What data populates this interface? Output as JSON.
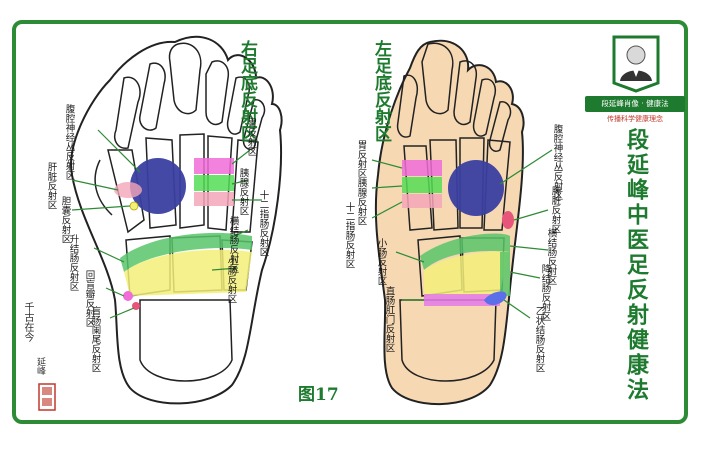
{
  "figure_label": "图17",
  "right_foot": {
    "title": "右足底反射区",
    "labels": {
      "celiac_plexus": "腹腔神经丛反射区",
      "liver": "肝脏反射区",
      "gallbladder": "胆囊反射区",
      "ascending_colon": "升结肠反射区",
      "ileocecal_valve": "回盲瓣反射区",
      "cecum_appendix": "盲肠阑尾反射区",
      "stomach": "胃反射区",
      "pancreas": "胰腺反射区",
      "duodenum": "十二指肠反射区",
      "transverse_colon": "横结肠反射区",
      "small_intestine": "小肠反射区"
    }
  },
  "left_foot": {
    "title": "左足底反射区",
    "labels": {
      "stomach": "胃反射区",
      "pancreas": "胰腺反射区",
      "duodenum": "十二指肠反射区",
      "small_intestine": "小肠反射区",
      "rectum_anus": "直肠肛门反射区",
      "celiac_plexus": "腹腔神经丛反射区",
      "spleen": "脾脏反射区",
      "transverse_colon": "横结肠反射区",
      "descending_colon": "降结肠反射区",
      "sigmoid_colon": "乙状结肠反射区"
    }
  },
  "brand": {
    "title": "段延峰中医足反射健康法",
    "caption": "段延峰肖像 · 健康法",
    "slogan": "传播科学健康理念",
    "logo_icon": "portrait-logo-icon"
  },
  "signature_left": "千古在今",
  "signature_right": "延峰",
  "colors": {
    "frame": "#2e8b35",
    "title": "#1d7a2e",
    "celiac": "#3a3fa0",
    "stomach": "#f06cd8",
    "pancreas": "#55dd55",
    "duodenum": "#f4a6b8",
    "colon": "#58c66a",
    "small_intestine": "#f3f07a",
    "rectum": "#e47ae8",
    "spleen": "#e8557a",
    "sigmoid": "#5b6fe8"
  }
}
